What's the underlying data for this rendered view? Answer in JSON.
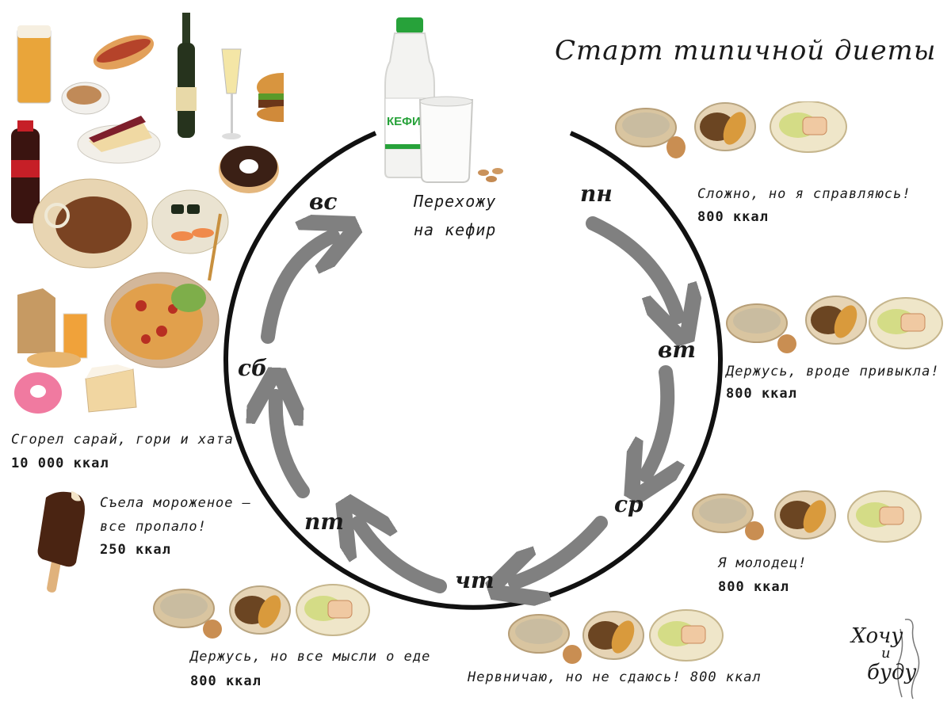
{
  "title": "Старт типичной диеты",
  "days": [
    "пн",
    "вт",
    "ср",
    "чт",
    "пт",
    "сб",
    "вс"
  ],
  "kefir": {
    "label_line1": "Перехожу",
    "label_line2": "на кефир",
    "bottle_text": "КЕФИ"
  },
  "captions": {
    "mon": {
      "text": "Сложно, но я справляюсь!",
      "kcal": "800 ккал"
    },
    "tue": {
      "text": "Держусь, вроде привыкла!",
      "kcal": "800 ккал"
    },
    "wed": {
      "text": "Я молодец!",
      "kcal": "800 ккал"
    },
    "thu": {
      "text": "Нервничаю, но не сдаюсь! 800 ккал"
    },
    "fri": {
      "text": "Держусь, но все мысли о еде",
      "kcal": "800 ккал"
    },
    "sat": {
      "line1": "Съела мороженое –",
      "line2": "все пропало!",
      "kcal": "250 ккал"
    },
    "sun": {
      "text": "Сгорел сарай, гори и хата",
      "kcal": "10 000 ккал"
    }
  },
  "logo": {
    "line1": "Хочу",
    "line2": "и",
    "line3": "буду"
  }
}
